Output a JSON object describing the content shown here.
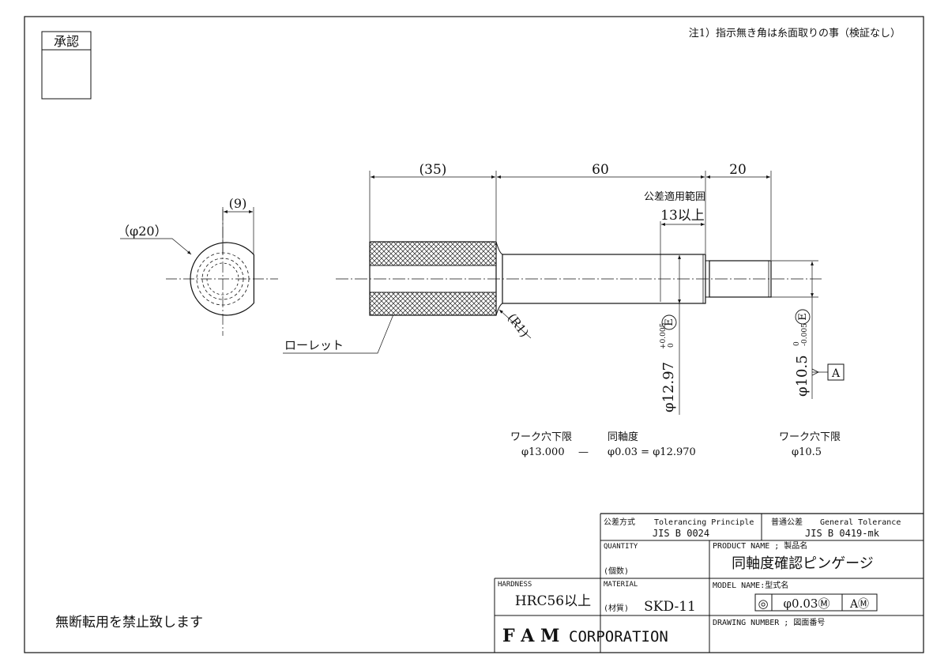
{
  "approval_label": "承認",
  "note": "注1）指示無き角は糸面取りの事（検証なし）",
  "dimensions": {
    "end_dia": "（φ20）",
    "end_width": "(9)",
    "knurl_len": "(35)",
    "shaft_len": "60",
    "tip_len": "20",
    "tol_range_label": "公差適用範囲",
    "tol_range_value": "13以上",
    "radius": "(R1)",
    "knurl_label": "ローレット",
    "dia1_main": "φ12.97",
    "dia1_tol_upper": "+0.005",
    "dia1_tol_lower": "0",
    "dia2_main": "φ10.5",
    "dia2_tol_upper": "0",
    "dia2_tol_lower": "-0.005",
    "envelope_symbol": "E",
    "datum_label": "A"
  },
  "notes_below": {
    "left_title": "ワーク穴下限",
    "left_value": "φ13.000",
    "dash": "—",
    "mid_title": "同軸度",
    "mid_value": "φ0.03 = φ12.970",
    "right_title": "ワーク穴下限",
    "right_value": "φ10.5"
  },
  "footer_note": "無断転用を禁止致します",
  "title_block": {
    "tol_principle_label": "公差方式",
    "tol_principle_en": "Tolerancing Principle",
    "tol_principle_value": "JIS B 0024",
    "general_tol_label": "普通公差",
    "general_tol_en": "General Tolerance",
    "general_tol_value": "JIS B 0419-mk",
    "quantity_label": "QUANTITY",
    "quantity_jp": "(個数)",
    "product_name_label": "PRODUCT NAME ; 製品名",
    "product_name": "同軸度確認ピンゲージ",
    "hardness_label": "HARDNESS",
    "hardness_value": "HRC56以上",
    "material_label": "MATERIAL",
    "material_jp": "(材質)",
    "material_value": "SKD-11",
    "model_name_label": "MODEL NAME:型式名",
    "fcf_symbol": "◎",
    "fcf_value": "φ0.03Ⓜ",
    "fcf_datum": "AⓂ",
    "company_bold": "F A M",
    "company_rest": " CORPORATION",
    "drawing_number_label": "DRAWING NUMBER ; 図面番号"
  },
  "colors": {
    "ink": "#111111",
    "paper": "#ffffff"
  }
}
